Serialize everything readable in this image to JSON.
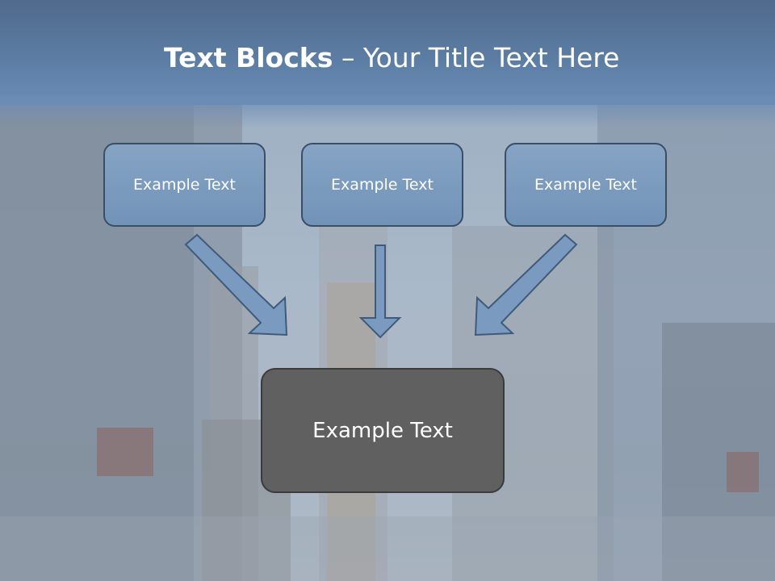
{
  "title": {
    "bold": "Text Blocks",
    "dash": " – ",
    "regular": "Your Title Text Here"
  },
  "boxes": {
    "left": "Example Text",
    "center": "Example Text",
    "right": "Example Text",
    "bottom": "Example Text"
  },
  "colors": {
    "title_bar": "#5d7ea5",
    "box_fill": "#7a9abf",
    "box_border": "#3a4e66",
    "bottom_box_fill": "#606060",
    "arrow_fill": "#7a9abf"
  }
}
